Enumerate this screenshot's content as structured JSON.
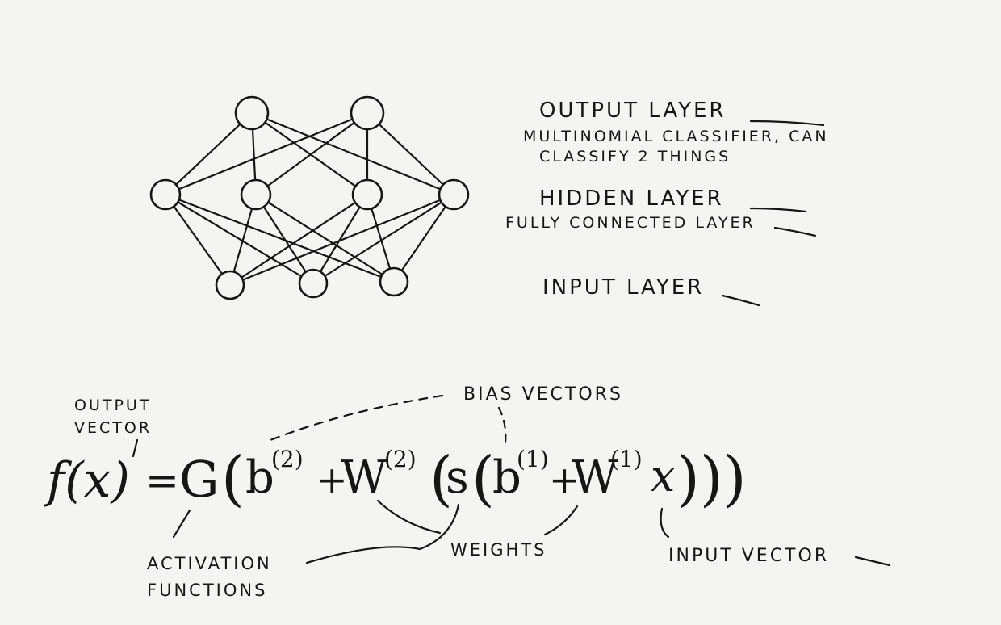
{
  "network": {
    "layers": [
      {
        "name": "output",
        "nodes": 2
      },
      {
        "name": "hidden",
        "nodes": 4
      },
      {
        "name": "input",
        "nodes": 3
      }
    ]
  },
  "labels": {
    "output_layer": "OUTPUT LAYER",
    "output_desc_1": "MULTINOMIAL CLASSIFIER, CAN",
    "output_desc_2": "CLASSIFY 2 THINGS",
    "hidden_layer": "HIDDEN LAYER",
    "hidden_desc": "FULLY CONNECTED LAYER",
    "input_layer": "INPUT LAYER"
  },
  "formula": {
    "lhs": "f(x)",
    "equals": "=",
    "g": "G",
    "open_paren": "(",
    "b2": "b",
    "b2_sup": "(2)",
    "plus1": "+",
    "w2": "W",
    "w2_sup": "(2)",
    "s": "s",
    "b1": "b",
    "b1_sup": "(1)",
    "plus2": "+",
    "w1": "W",
    "w1_sup": "(1)",
    "x": "x",
    "close_parens": ")))"
  },
  "annotations": {
    "output_vector_1": "OUTPUT",
    "output_vector_2": "VECTOR",
    "bias_vectors": "BIAS VECTORS",
    "activation_1": "ACTIVATION",
    "activation_2": "FUNCTIONS",
    "weights": "WEIGHTS",
    "input_vector": "INPUT VECTOR"
  },
  "colors": {
    "ink": "#161616",
    "paper": "#f4f4f2"
  }
}
